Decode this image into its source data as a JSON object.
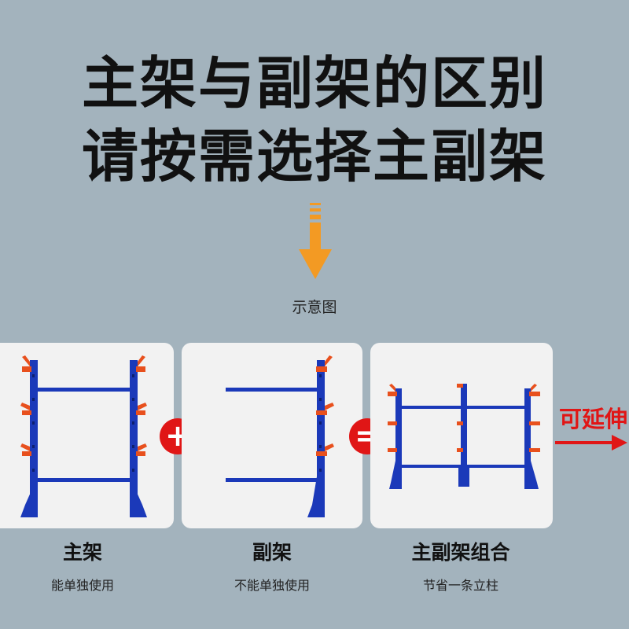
{
  "header": {
    "line1": "主架与副架的区别",
    "line2": "请按需选择主副架"
  },
  "diagram_caption": "示意图",
  "operators": {
    "plus": "+",
    "equal": "="
  },
  "extend_label": "可延伸",
  "colors": {
    "upright": "#1b39b9",
    "arm": "#e8501d",
    "accent_red": "#e01616",
    "arrow_orange": "#f39a23"
  },
  "cards": [
    {
      "title": "主架",
      "subtitle": "能单独使用",
      "icon": "main-rack-icon"
    },
    {
      "title": "副架",
      "subtitle": "不能单独使用",
      "icon": "sub-rack-icon"
    },
    {
      "title": "主副架组合",
      "subtitle": "节省一条立柱",
      "icon": "combined-rack-icon"
    }
  ]
}
